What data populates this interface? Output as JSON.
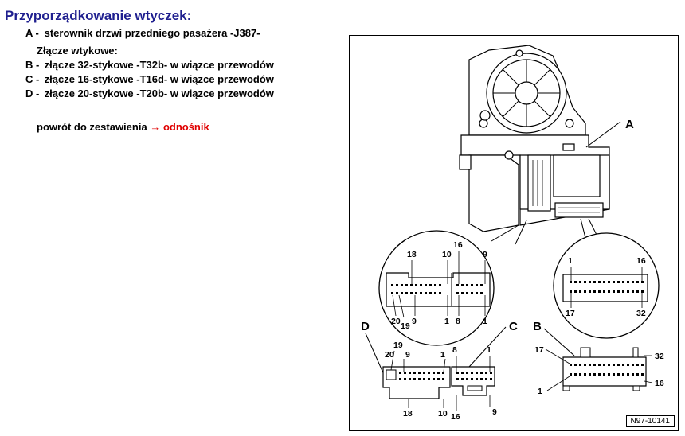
{
  "title": "Przyporządkowanie wtyczek:",
  "legend": {
    "a": {
      "key": "A -",
      "text": "sterownik drzwi przedniego pasażera -J387-"
    },
    "connectors_heading": "Złącze wtykowe:",
    "b": {
      "key": "B -",
      "text": "złącze 32-stykowe -T32b- w wiązce przewodów"
    },
    "c": {
      "key": "C -",
      "text": "złącze 16-stykowe -T16d- w wiązce przewodów"
    },
    "d": {
      "key": "D -",
      "text": "złącze 20-stykowe -T20b- w wiązce przewodów"
    }
  },
  "back_link": {
    "prefix": "powrót do zestawienia",
    "arrow": "→",
    "link": "odnośnik"
  },
  "figure": {
    "label_a": "A",
    "label_b": "B",
    "label_c": "C",
    "label_d": "D",
    "figure_id": "N97-10141",
    "circle_left": {
      "p18": "18",
      "p10": "10",
      "p16": "16",
      "p9top": "9",
      "p20": "20",
      "p19": "19",
      "p9bot": "9",
      "p1a": "1",
      "p8": "8",
      "p1b": "1"
    },
    "circle_right": {
      "p1": "1",
      "p16": "16",
      "p17": "17",
      "p32": "32"
    },
    "conn_d": {
      "p19": "19",
      "p20": "20",
      "p9": "9",
      "p18": "18",
      "p1": "1",
      "p10": "10"
    },
    "conn_c": {
      "p8": "8",
      "p1": "1",
      "p16": "16",
      "p9": "9"
    },
    "conn_b": {
      "p17": "17",
      "p32": "32",
      "p1": "1",
      "p16": "16"
    }
  }
}
